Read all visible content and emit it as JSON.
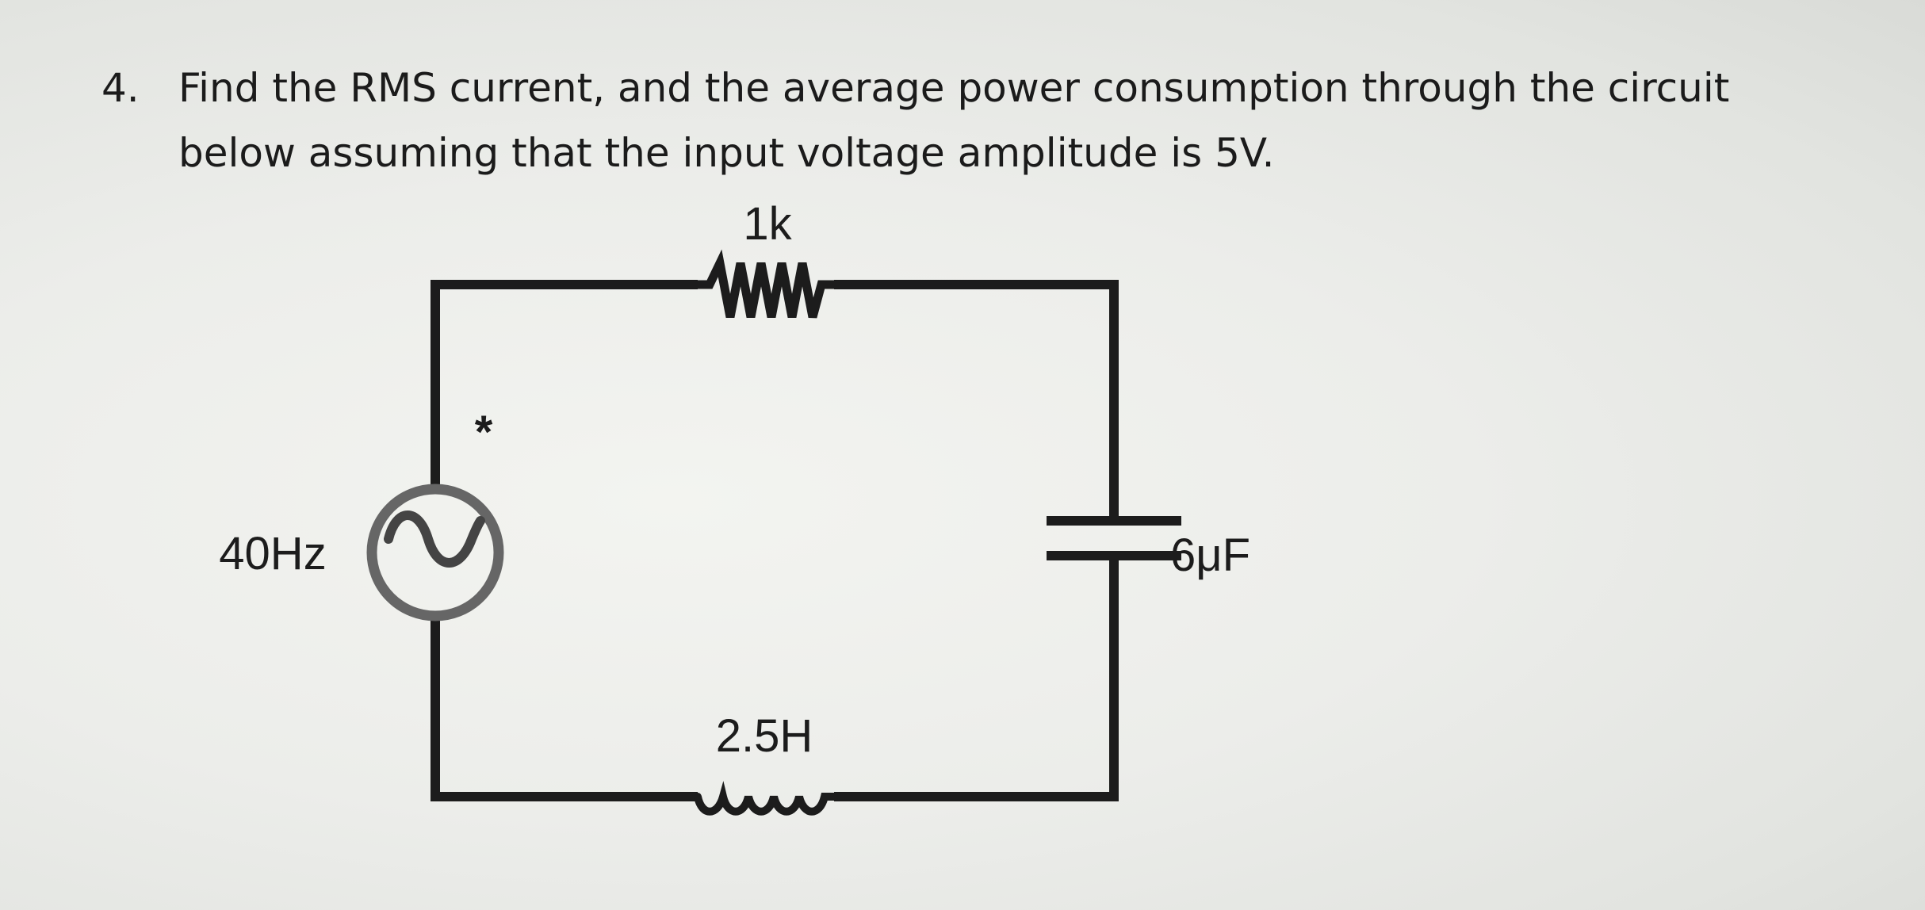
{
  "question": {
    "number": "4.",
    "line1": "Find the RMS current, and the average power consumption through the circuit",
    "line2": "below assuming that the input voltage amplitude is 5V."
  },
  "circuit": {
    "resistor_label": "1k",
    "source_label": "40Hz",
    "source_marker": "*",
    "capacitor_label": "6μF",
    "inductor_label": "2.5H"
  },
  "colors": {
    "wire": "#1c1c1c",
    "source_ring": "#666666"
  },
  "icons": {
    "source": "ac-source-icon",
    "resistor": "resistor-icon",
    "capacitor": "capacitor-icon",
    "inductor": "inductor-icon"
  }
}
